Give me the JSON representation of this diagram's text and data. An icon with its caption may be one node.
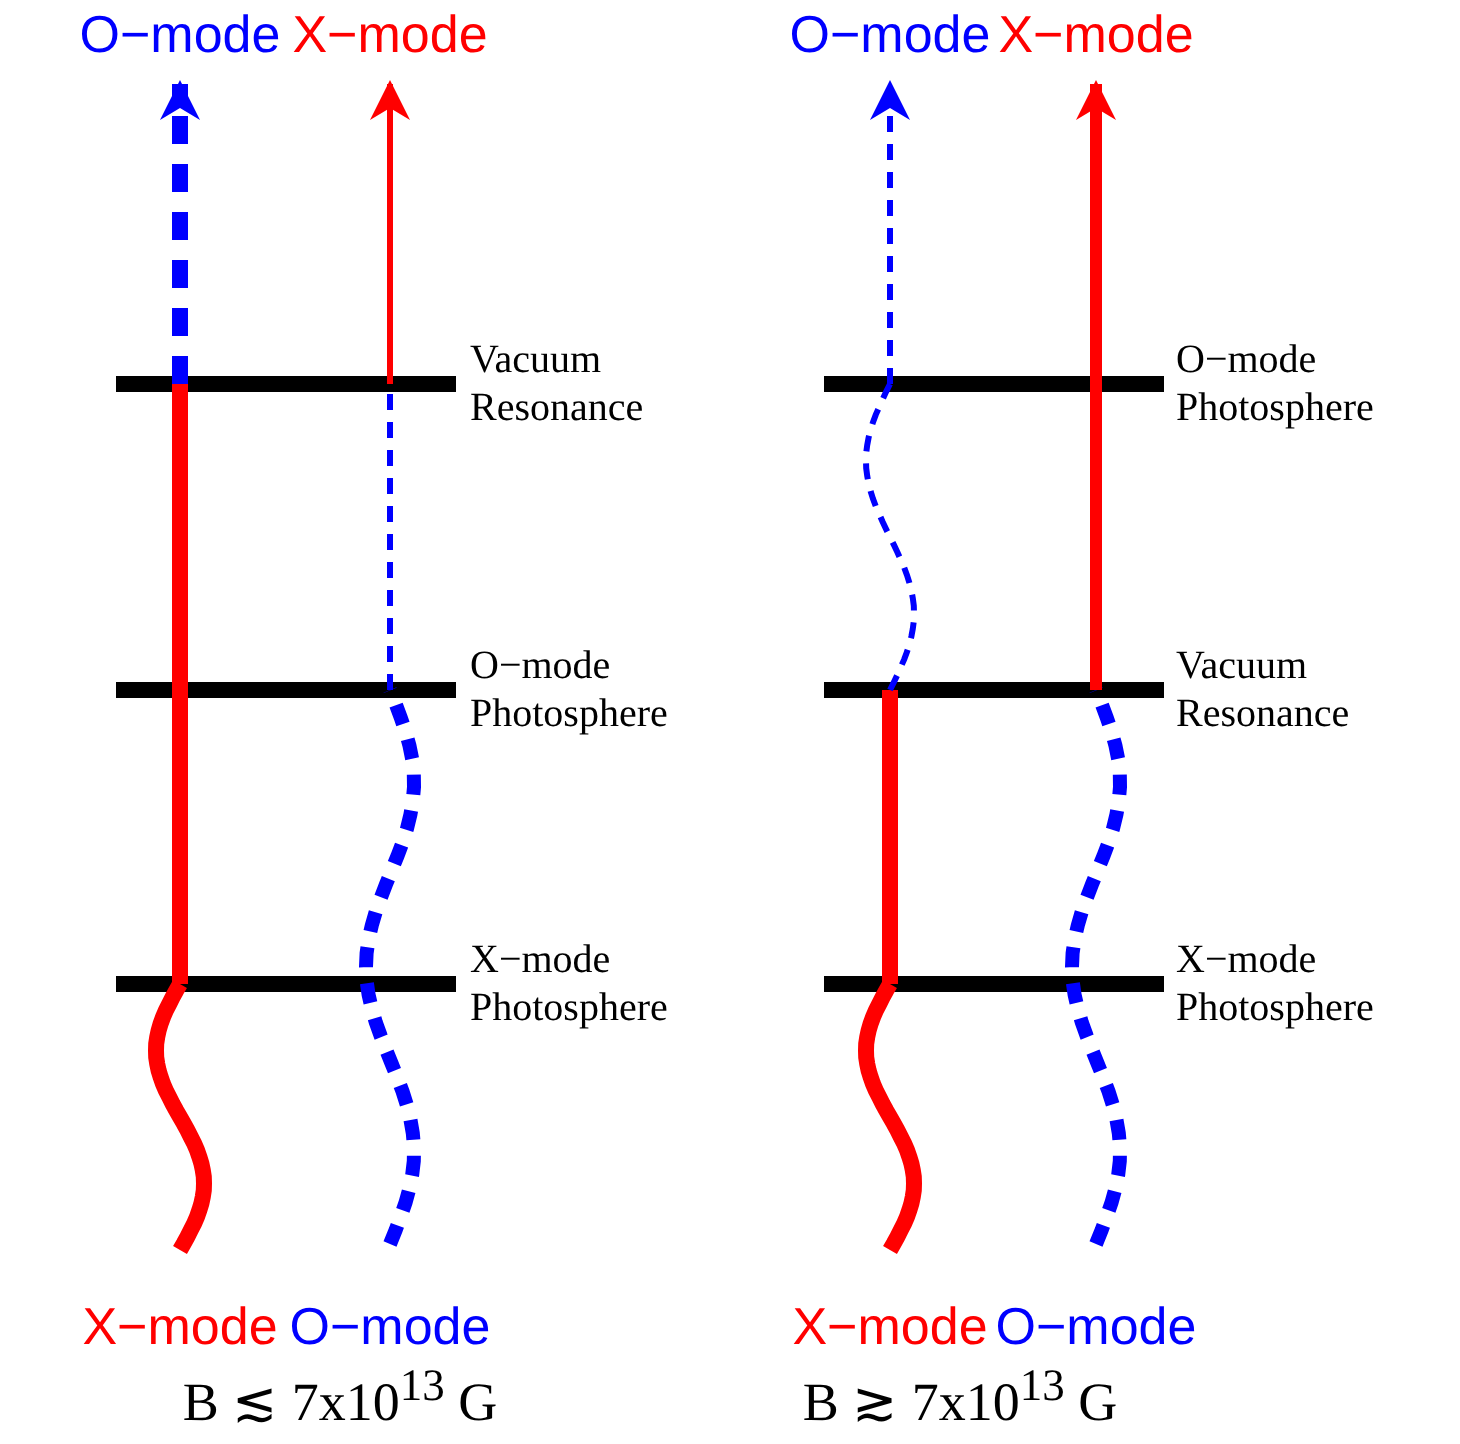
{
  "diagram": {
    "nodes": [
      {
        "text": [
          "O−mode"
        ]
      },
      {
        "text": [
          "X−mode"
        ]
      },
      {
        "text": [
          "O−mode"
        ]
      },
      {
        "text": [
          "X−mode"
        ]
      },
      {
        "text": [
          "X−mode"
        ]
      },
      {
        "text": [
          "O−mode"
        ]
      },
      {
        "text": [
          "X−mode"
        ]
      },
      {
        "text": [
          "O−mode"
        ]
      }
    ],
    "edges": [
      {
        "from": 4,
        "to": 0,
        "arrow": "to"
      },
      {
        "from": 5,
        "to": 1,
        "arrow": "to",
        "style": "dashed",
        "color": "#0000ff"
      },
      {
        "from": 6,
        "to": 2,
        "arrow": "to",
        "style": "dashed",
        "color": "#0000ff"
      },
      {
        "from": 7,
        "to": 3,
        "arrow": "to"
      }
    ],
    "labels": [
      "Vacuum Resonance",
      "O−mode Photosphere",
      "X−mode Photosphere",
      "O−mode Photosphere",
      "Vacuum Resonance",
      "X−mode Photosphere",
      "B ≲ 7x10$^{13}$ G",
      "B ≳ 7x10$^{13}$ G"
    ]
  }
}
